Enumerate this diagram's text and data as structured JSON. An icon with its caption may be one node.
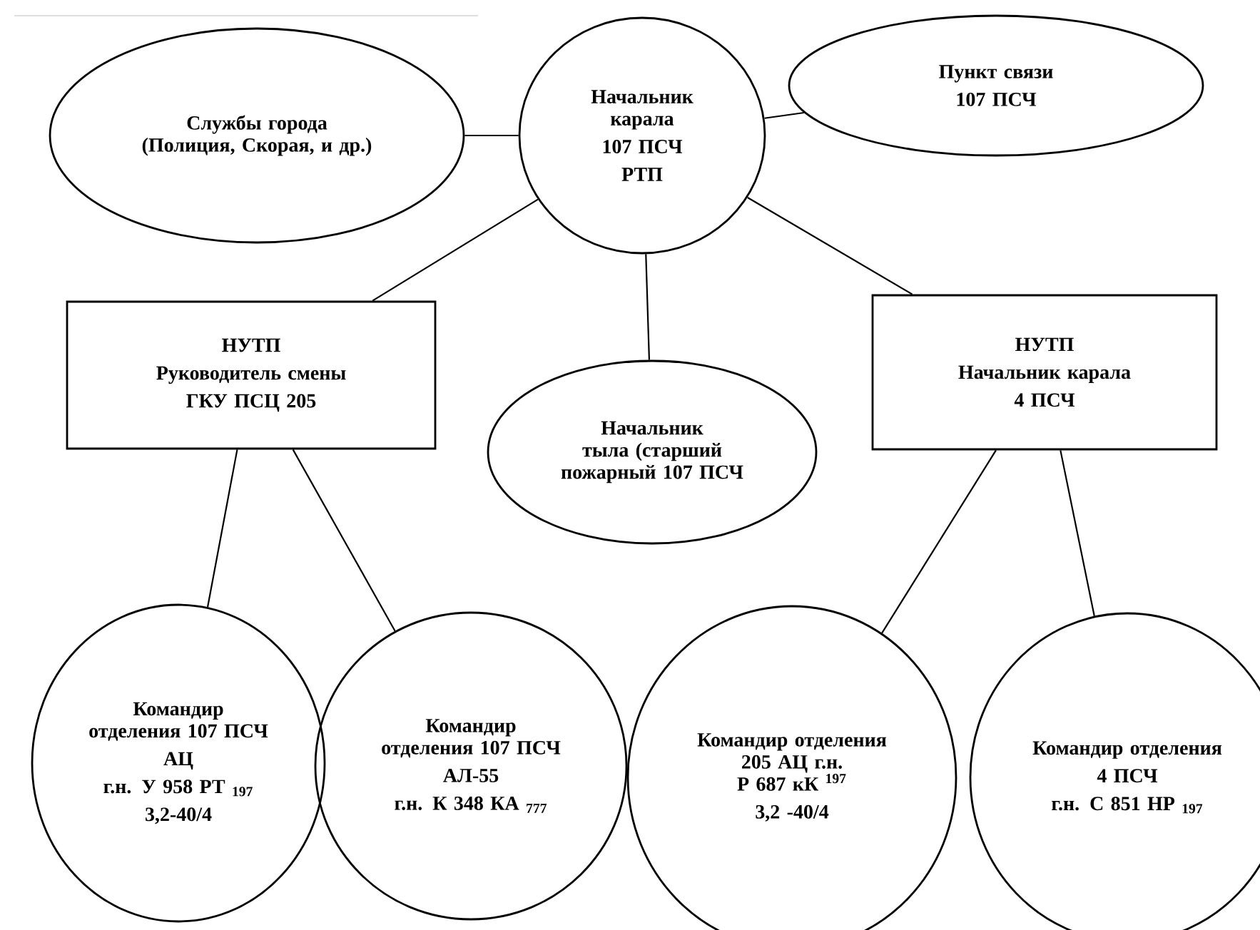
{
  "diagram": {
    "nodes": [
      {
        "text": [
          "Службы города (Полиция, Скорая, и др.)"
        ]
      },
      {
        "text": [
          "Начальник карала",
          "107 ПСЧ",
          "РТП"
        ]
      },
      {
        "text": [
          "Пункт связи",
          "107 ПСЧ"
        ]
      },
      {
        "text": [
          "НУТП",
          "Руководитель смены",
          "ГКУ ПСЦ 205"
        ]
      },
      {
        "text": [
          "Начальник тыла (старший пожарный 107 ПСЧ"
        ]
      },
      {
        "text": [
          "НУТП",
          "Начальник карала",
          "4 ПСЧ"
        ]
      },
      {
        "text": [
          "Командир отделения 107 ПСЧ",
          "АЦ",
          "г.н. У 958 РТ $_{197}$",
          "3,2-40/4"
        ]
      },
      {
        "text": [
          "Командир отделения 107 ПСЧ",
          "АЛ-55",
          "г.н. К 348 КА $_{777}$"
        ]
      },
      {
        "text": [
          "Командир отделения 205 АЦ г.н. Р 687 кК $^{197}$",
          "3,2 -40/4"
        ]
      },
      {
        "text": [
          "Командир отделения",
          "4 ПСЧ",
          "г.н. С 851 НР $_{197}$"
        ]
      }
    ],
    "edges": [
      {
        "from": 0,
        "to": 1,
        "arrow": "none"
      },
      {
        "from": 1,
        "to": 2,
        "arrow": "none"
      },
      {
        "from": 1,
        "to": 3,
        "arrow": "none"
      },
      {
        "from": 1,
        "to": 4,
        "arrow": "none"
      },
      {
        "from": 1,
        "to": 5,
        "arrow": "none"
      },
      {
        "from": 3,
        "to": 6,
        "arrow": "none"
      },
      {
        "from": 3,
        "to": 7,
        "arrow": "none"
      },
      {
        "from": 5,
        "to": 8,
        "arrow": "none"
      },
      {
        "from": 5,
        "to": 9,
        "arrow": "none"
      }
    ]
  }
}
